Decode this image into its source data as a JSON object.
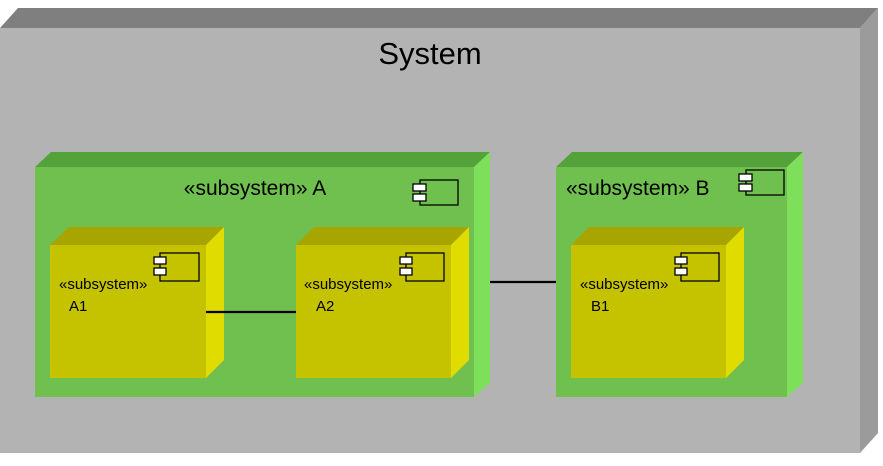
{
  "system": {
    "title": "System"
  },
  "subsystems": {
    "a": {
      "label": "«subsystem» A"
    },
    "b": {
      "label": "«subsystem» B"
    },
    "a1": {
      "stereotype": "«subsystem»",
      "name": "A1"
    },
    "a2": {
      "stereotype": "«subsystem»",
      "name": "A2"
    },
    "b1": {
      "stereotype": "«subsystem»",
      "name": "B1"
    }
  },
  "icons": {
    "component": "component-icon"
  },
  "colors": {
    "system_front": "#b3b3b3",
    "system_top": "#7f7f7f",
    "system_side": "#9b9b9b",
    "subsystem_front": "#70c04f",
    "subsystem_top": "#53a33a",
    "subsystem_side": "#7ee05a",
    "inner_front": "#c5c200",
    "inner_top": "#a8a500",
    "inner_side": "#e0dc00",
    "connector": "#000000"
  }
}
